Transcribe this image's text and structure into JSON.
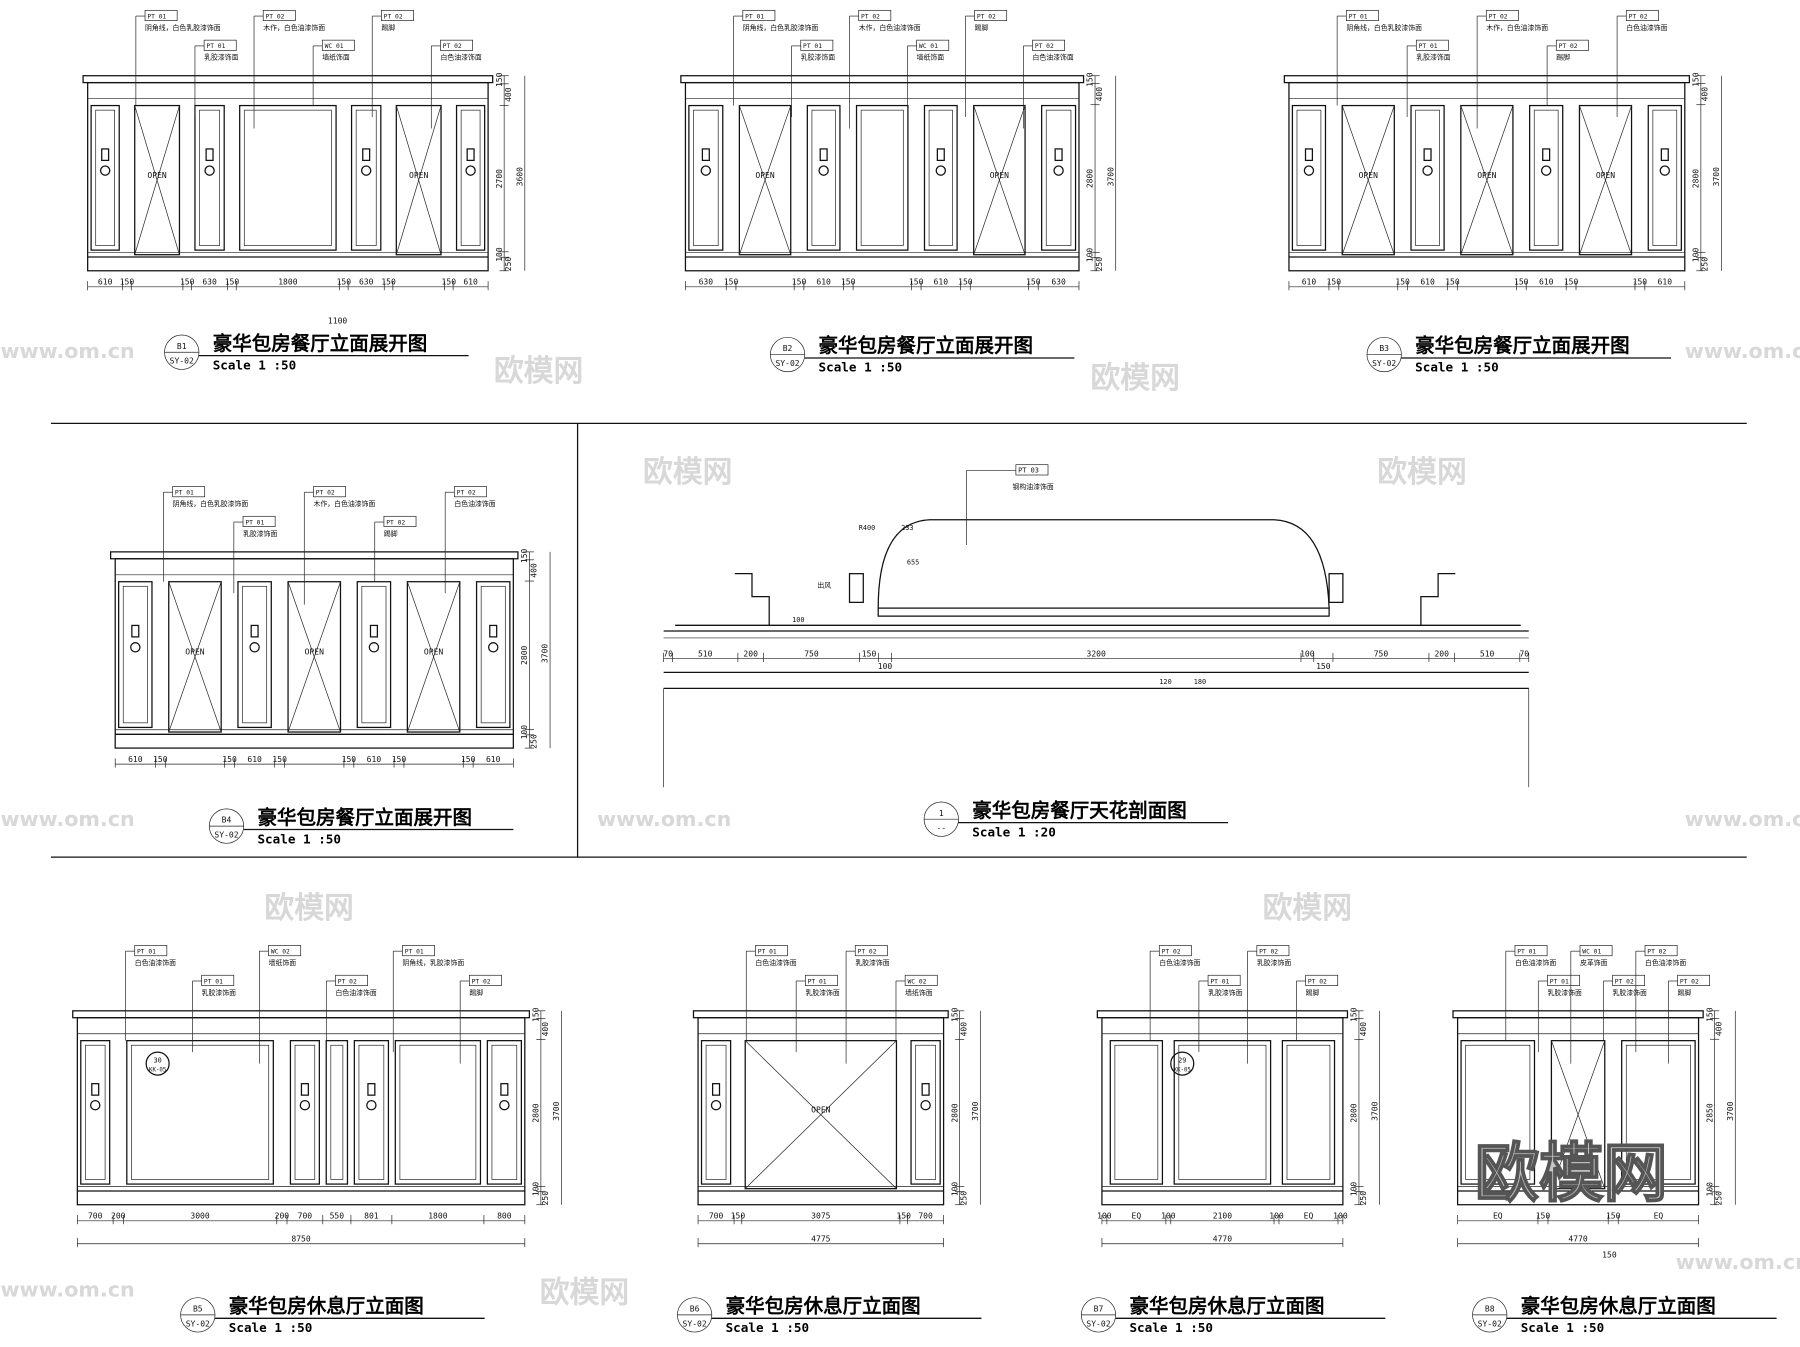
{
  "sheet": {
    "watermarks": [
      "www.om.cn",
      "欧模网"
    ],
    "big_logo": "欧模网"
  },
  "drawings": [
    {
      "id": "B1",
      "sheet": "SY-02",
      "title": "豪华包房餐厅立面展开图",
      "scale": "Scale 1 :50",
      "door_label": "OPEN",
      "bottom_dims": [
        "610",
        "150",
        "",
        "150",
        "630",
        "150",
        "1800",
        "150",
        "630",
        "150",
        "",
        "150",
        "610"
      ],
      "door_segments": [
        2,
        10
      ],
      "side_dims": [
        "150",
        "400",
        "2700",
        "100",
        "250"
      ],
      "side_total": "3600",
      "extra_dim": "1100",
      "notes": [
        {
          "code": "PT 01",
          "text": "阴角线，白色乳胶漆饰面"
        },
        {
          "code": "PT 01",
          "text": "乳胶漆饰面"
        },
        {
          "code": "PT 02",
          "text": "木作，白色油漆饰面"
        },
        {
          "code": "WC 01",
          "text": "墙纸饰面"
        },
        {
          "code": "PT 02",
          "text": "踢脚"
        },
        {
          "code": "PT 02",
          "text": "白色油漆饰面"
        }
      ]
    },
    {
      "id": "B2",
      "sheet": "SY-02",
      "title": "豪华包房餐厅立面展开图",
      "scale": "Scale 1 :50",
      "door_label": "OPEN",
      "bottom_dims": [
        "630",
        "150",
        "",
        "150",
        "610",
        "150",
        "",
        "150",
        "610",
        "150",
        "",
        "150",
        "630"
      ],
      "door_segments": [
        2,
        10
      ],
      "side_dims": [
        "150",
        "400",
        "2800",
        "100",
        "250"
      ],
      "side_total": "3700",
      "notes": [
        {
          "code": "PT 01",
          "text": "阴角线，白色乳胶漆饰面"
        },
        {
          "code": "PT 01",
          "text": "乳胶漆饰面"
        },
        {
          "code": "PT 02",
          "text": "木作，白色油漆饰面"
        },
        {
          "code": "WC 01",
          "text": "墙纸饰面"
        },
        {
          "code": "PT 02",
          "text": "踢脚"
        },
        {
          "code": "PT 02",
          "text": "白色油漆饰面"
        }
      ]
    },
    {
      "id": "B3",
      "sheet": "SY-02",
      "title": "豪华包房餐厅立面展开图",
      "scale": "Scale 1 :50",
      "door_label": "OPEN",
      "bottom_dims": [
        "610",
        "150",
        "",
        "150",
        "610",
        "150",
        "",
        "150",
        "610",
        "150",
        "",
        "150",
        "610"
      ],
      "door_segments": [
        2,
        6,
        10
      ],
      "side_dims": [
        "150",
        "400",
        "2800",
        "100",
        "250"
      ],
      "side_total": "3700",
      "notes": [
        {
          "code": "PT 01",
          "text": "阴角线，白色乳胶漆饰面"
        },
        {
          "code": "PT 01",
          "text": "乳胶漆饰面"
        },
        {
          "code": "PT 02",
          "text": "木作，白色油漆饰面"
        },
        {
          "code": "PT 02",
          "text": "踢脚"
        },
        {
          "code": "PT 02",
          "text": "白色油漆饰面"
        }
      ]
    },
    {
      "id": "B4",
      "sheet": "SY-02",
      "title": "豪华包房餐厅立面展开图",
      "scale": "Scale 1 :50",
      "door_label": "OPEN",
      "bottom_dims": [
        "610",
        "150",
        "",
        "150",
        "610",
        "150",
        "",
        "150",
        "610",
        "150",
        "",
        "150",
        "610"
      ],
      "door_segments": [
        2,
        6,
        10
      ],
      "side_dims": [
        "150",
        "400",
        "2800",
        "100",
        "250"
      ],
      "side_total": "3700",
      "notes": [
        {
          "code": "PT 01",
          "text": "阴角线，白色乳胶漆饰面"
        },
        {
          "code": "PT 01",
          "text": "乳胶漆饰面"
        },
        {
          "code": "PT 02",
          "text": "木作，白色油漆饰面"
        },
        {
          "code": "PT 02",
          "text": "踢脚"
        },
        {
          "code": "PT 02",
          "text": "白色油漆饰面"
        }
      ]
    },
    {
      "id": "1",
      "sheet": "--",
      "title": "豪华包房餐厅天花剖面图",
      "scale": "Scale 1 :20",
      "bottom_dims": [
        "70",
        "510",
        "200",
        "750",
        "150",
        "100",
        "3200",
        "100",
        "150",
        "750",
        "200",
        "510",
        "70"
      ],
      "labels": [
        "R400",
        "233",
        "655",
        "100",
        "120",
        "180",
        "出风",
        "PT 03",
        "钢构油漆饰面"
      ]
    },
    {
      "id": "B5",
      "sheet": "SY-02",
      "title": "豪华包房休息厅立面图",
      "scale": "Scale 1 :50",
      "bottom_dims": [
        "700",
        "200",
        "3000",
        "200",
        "700",
        "550",
        "801",
        "1800",
        "800"
      ],
      "bottom_total": "8750",
      "door_segments": [],
      "side_dims": [
        "150",
        "400",
        "2800",
        "100",
        "250"
      ],
      "side_total": "3700",
      "detail_tag": [
        "30",
        "KK-05"
      ],
      "notes": [
        {
          "code": "PT 01",
          "text": "白色油漆饰面"
        },
        {
          "code": "PT 01",
          "text": "乳胶漆饰面"
        },
        {
          "code": "WC 02",
          "text": "墙纸饰面"
        },
        {
          "code": "PT 02",
          "text": "白色油漆饰面"
        },
        {
          "code": "PT 01",
          "text": "阴角线，乳胶漆饰面"
        },
        {
          "code": "PT 02",
          "text": "踢脚"
        }
      ]
    },
    {
      "id": "B6",
      "sheet": "SY-02",
      "title": "豪华包房休息厅立面图",
      "scale": "Scale 1 :50",
      "door_label": "OPEN",
      "bottom_dims": [
        "700",
        "150",
        "3075",
        "150",
        "700"
      ],
      "bottom_total": "4775",
      "door_segments": [
        2
      ],
      "side_dims": [
        "150",
        "400",
        "2800",
        "100",
        "250"
      ],
      "side_total": "3700",
      "notes": [
        {
          "code": "PT 01",
          "text": "白色油漆饰面"
        },
        {
          "code": "PT 01",
          "text": "乳胶漆饰面"
        },
        {
          "code": "PT 02",
          "text": "乳胶漆饰面"
        },
        {
          "code": "WC 02",
          "text": "墙纸饰面"
        }
      ]
    },
    {
      "id": "B7",
      "sheet": "SY-02",
      "title": "豪华包房休息厅立面图",
      "scale": "Scale 1 :50",
      "bottom_dims": [
        "100",
        "EQ",
        "100",
        "2100",
        "100",
        "EQ",
        "100"
      ],
      "bottom_total": "4770",
      "door_segments": [],
      "side_dims": [
        "150",
        "400",
        "2800",
        "100",
        "250"
      ],
      "side_total": "3700",
      "detail_tag": [
        "29",
        "KK-05"
      ],
      "notes": [
        {
          "code": "PT 02",
          "text": "白色油漆饰面"
        },
        {
          "code": "PT 01",
          "text": "乳胶漆饰面"
        },
        {
          "code": "PT 02",
          "text": "乳胶漆饰面"
        },
        {
          "code": "PT 02",
          "text": "踢脚"
        }
      ]
    },
    {
      "id": "B8",
      "sheet": "SY-02",
      "title": "豪华包房休息厅立面图",
      "scale": "Scale 1 :50",
      "bottom_dims": [
        "EQ",
        "150",
        "",
        "150",
        "EQ"
      ],
      "bottom_total": "4770",
      "extra_dim": "150",
      "door_segments": [
        2
      ],
      "side_dims": [
        "150",
        "400",
        "2850",
        "100",
        "250"
      ],
      "side_total": "3700",
      "notes": [
        {
          "code": "PT 01",
          "text": "白色油漆饰面"
        },
        {
          "code": "PT 01",
          "text": "乳胶漆饰面"
        },
        {
          "code": "WC 01",
          "text": "皮革饰面"
        },
        {
          "code": "PT 02",
          "text": "乳胶漆饰面"
        },
        {
          "code": "PT 02",
          "text": "白色油漆饰面"
        },
        {
          "code": "PT 02",
          "text": "踢脚"
        }
      ]
    }
  ]
}
